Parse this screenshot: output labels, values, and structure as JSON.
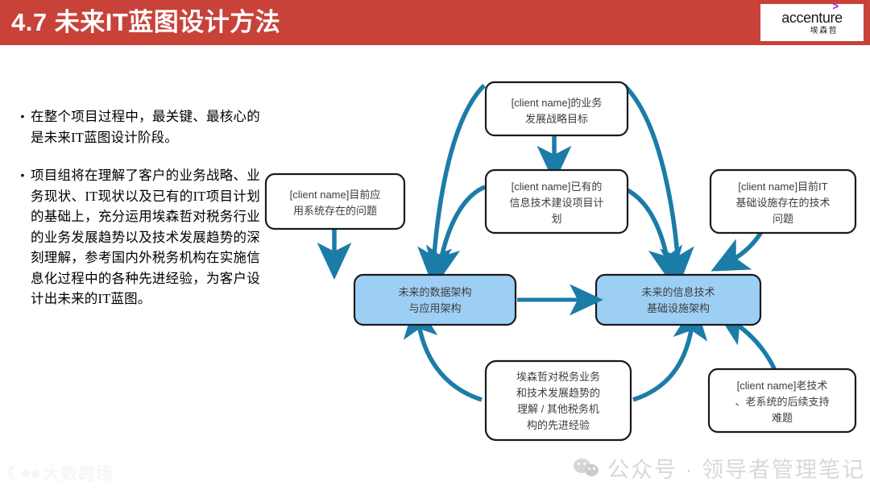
{
  "header": {
    "title": "4.7 未来IT蓝图设计方法",
    "bg_color": "#c8423a",
    "logo": {
      "word": "accenture",
      "caret": ">",
      "chinese": "埃森哲"
    }
  },
  "bullets": [
    {
      "text": "在整个项目过程中，最关键、最核心的是未来IT蓝图设计阶段。"
    },
    {
      "text": "项目组将在理解了客户的业务战略、业务现状、IT现状以及已有的IT项目计划的基础上，充分运用埃森哲对税务行业的业务发展趋势以及技术发展趋势的深刻理解，参考国内外税务机构在实施信息化过程中的各种先进经验，为客户设计出未来的IT蓝图。"
    }
  ],
  "diagram": {
    "arrow_color": "#1c7ca8",
    "node_fill_white": "#ffffff",
    "node_fill_blue": "#9dcff5",
    "node_border": "#1a1a1a",
    "nodes": [
      {
        "id": "strategy",
        "lines": [
          "[client name]的业务",
          "发展战略目标"
        ],
        "style": "white"
      },
      {
        "id": "existing-plan",
        "lines": [
          "[client name]已有的",
          "信息技术建设项目计",
          "划"
        ],
        "style": "white"
      },
      {
        "id": "app-problems",
        "lines": [
          "[client name]目前应",
          "用系统存在的问题"
        ],
        "style": "white"
      },
      {
        "id": "infra-problems",
        "lines": [
          "[client name]目前IT",
          "基础设施存在的技术",
          "问题"
        ],
        "style": "white"
      },
      {
        "id": "future-data-arch",
        "lines": [
          "未来的数据架构",
          "与应用架构"
        ],
        "style": "blue"
      },
      {
        "id": "future-infra-arch",
        "lines": [
          "未来的信息技术",
          "基础设施架构"
        ],
        "style": "blue"
      },
      {
        "id": "accenture-insight",
        "lines": [
          "埃森哲对税务业务",
          "和技术发展趋势的",
          "理解 / 其他税务机",
          "构的先进经验"
        ],
        "style": "white"
      },
      {
        "id": "legacy-support",
        "lines": [
          "[client name]老技术",
          "、老系统的后续支持",
          "难题"
        ],
        "style": "white"
      }
    ]
  },
  "watermarks": {
    "left": "大数跨境",
    "right": "公众号 · 领导者管理笔记"
  }
}
